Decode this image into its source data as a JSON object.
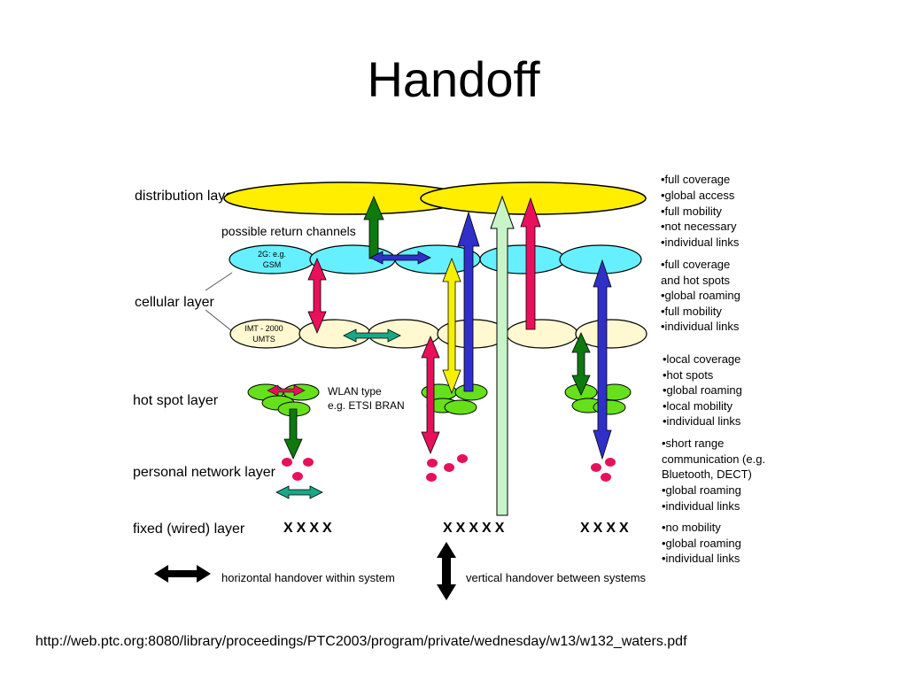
{
  "slide": {
    "title": "Handoff",
    "source_url": "http://web.ptc.org:8080/library/proceedings/PTC2003/program/private/wednesday/w13/w132_waters.pdf"
  },
  "layers": {
    "distribution": "distribution layer",
    "cellular": "cellular layer",
    "hotspot": "hot spot layer",
    "personal": "personal network layer",
    "fixed": "fixed (wired) layer"
  },
  "annotations": {
    "return_channels": "possible return channels",
    "cell_2g_line1": "2G: e.g.",
    "cell_2g_line2": "GSM",
    "cell_imt_line1": "IMT - 2000",
    "cell_imt_line2": "UMTS",
    "wlan_line1": "WLAN type",
    "wlan_line2": "e.g. ETSI BRAN",
    "fixed_marks_left": "XXXX",
    "fixed_marks_middle": "XXXXX",
    "fixed_marks_right": "XXXX"
  },
  "legend": {
    "horizontal": "horizontal handover within system",
    "vertical": "vertical handover between systems"
  },
  "properties": {
    "distribution": [
      "•full coverage",
      "•global access",
      "•full mobility",
      "•not necessary",
      "•individual links"
    ],
    "cellular": [
      "•full coverage",
      "and hot spots",
      "•global roaming",
      "•full mobility",
      "•individual links"
    ],
    "hotspot": [
      "•local coverage",
      "•hot spots",
      "•global roaming",
      "•local mobility",
      "•individual links"
    ],
    "personal": [
      "•short range",
      "communication (e.g.",
      "Bluetooth, DECT)",
      "•global roaming",
      "•individual links"
    ],
    "fixed": [
      "•no mobility",
      "•global roaming",
      "•individual links"
    ]
  },
  "colors": {
    "distribution_fill": "#ffee00",
    "cellular_2g_fill": "#66f0ff",
    "cellular_3g_fill": "#fff8d0",
    "hotspot_fill": "#66e01a",
    "dot_fill": "#e8105a",
    "arrow_green": "#0e7a0e",
    "arrow_blue": "#3030c8",
    "arrow_crimson": "#e8105a",
    "arrow_yellow": "#f5f000",
    "arrow_lightgreen": "#c8f5c8",
    "arrow_teal": "#18a888",
    "legend_black": "#000000"
  }
}
